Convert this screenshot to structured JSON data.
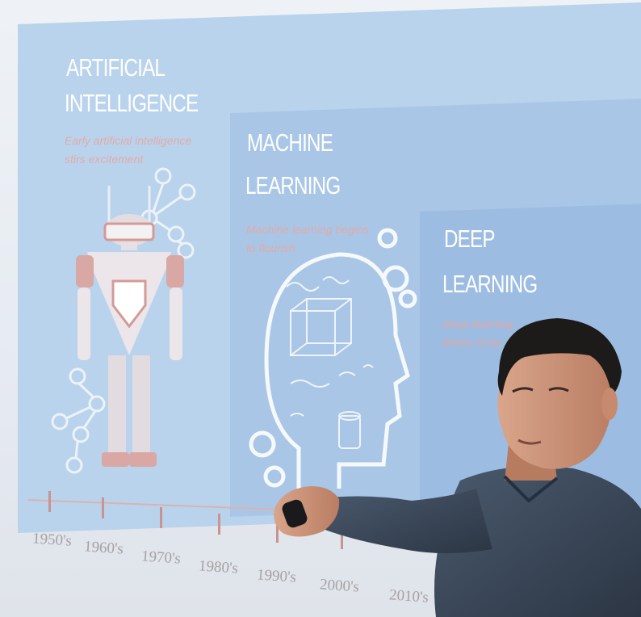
{
  "slide": {
    "ai": {
      "title_line1": "ARTIFICIAL",
      "title_line2": "INTELLIGENCE",
      "subtitle_line1": "Early artificial intelligence",
      "subtitle_line2": "stirs excitement"
    },
    "ml": {
      "title_line1": "MACHINE",
      "title_line2": "LEARNING",
      "subtitle_line1": "Machine learning begins",
      "subtitle_line2": "to flourish"
    },
    "dl": {
      "title_line1": "DEEP",
      "title_line2": "LEARNING",
      "subtitle_line1": "Deep learning",
      "subtitle_line2": "drives AI bo"
    },
    "timeline": [
      "1950's",
      "1960's",
      "1970's",
      "1980's",
      "1990's",
      "2000's",
      "2010's"
    ]
  },
  "colors": {
    "slide_bg": "#b9d3ec",
    "ml_panel": "#a9c6e7",
    "dl_panel": "#9cbce2",
    "accent_pink": "#e7a7a1",
    "shirt": "#3d4a5c"
  }
}
